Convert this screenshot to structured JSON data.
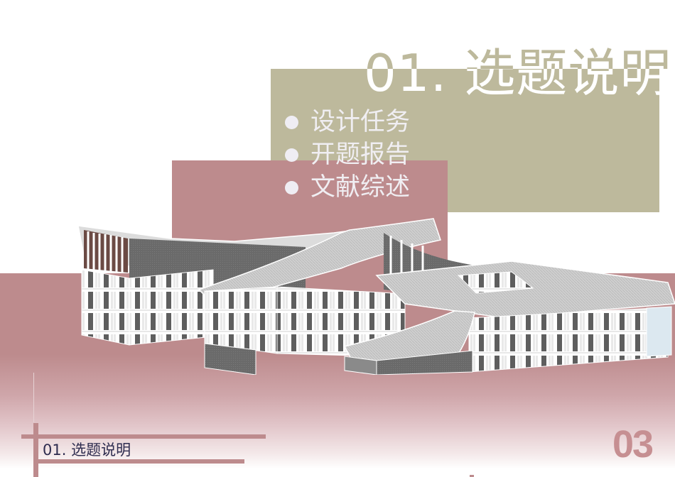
{
  "slide": {
    "title": "01. 选题说明",
    "bullets": [
      {
        "label": "设计任务"
      },
      {
        "label": "开题报告"
      },
      {
        "label": "文献综述"
      }
    ],
    "footer": {
      "section_label": "01. 选题说明",
      "page_number": "03"
    },
    "image": {
      "description": "Axonometric rendering of a multi-wing campus building with curved sloped roofs and a central courtyard"
    },
    "colors": {
      "olive": "#bdb99c",
      "rose": "#bd8b8d",
      "page_number": "#c68f92",
      "footer_text": "#2e2c4f",
      "bullet_text": "#f0eef2"
    }
  }
}
